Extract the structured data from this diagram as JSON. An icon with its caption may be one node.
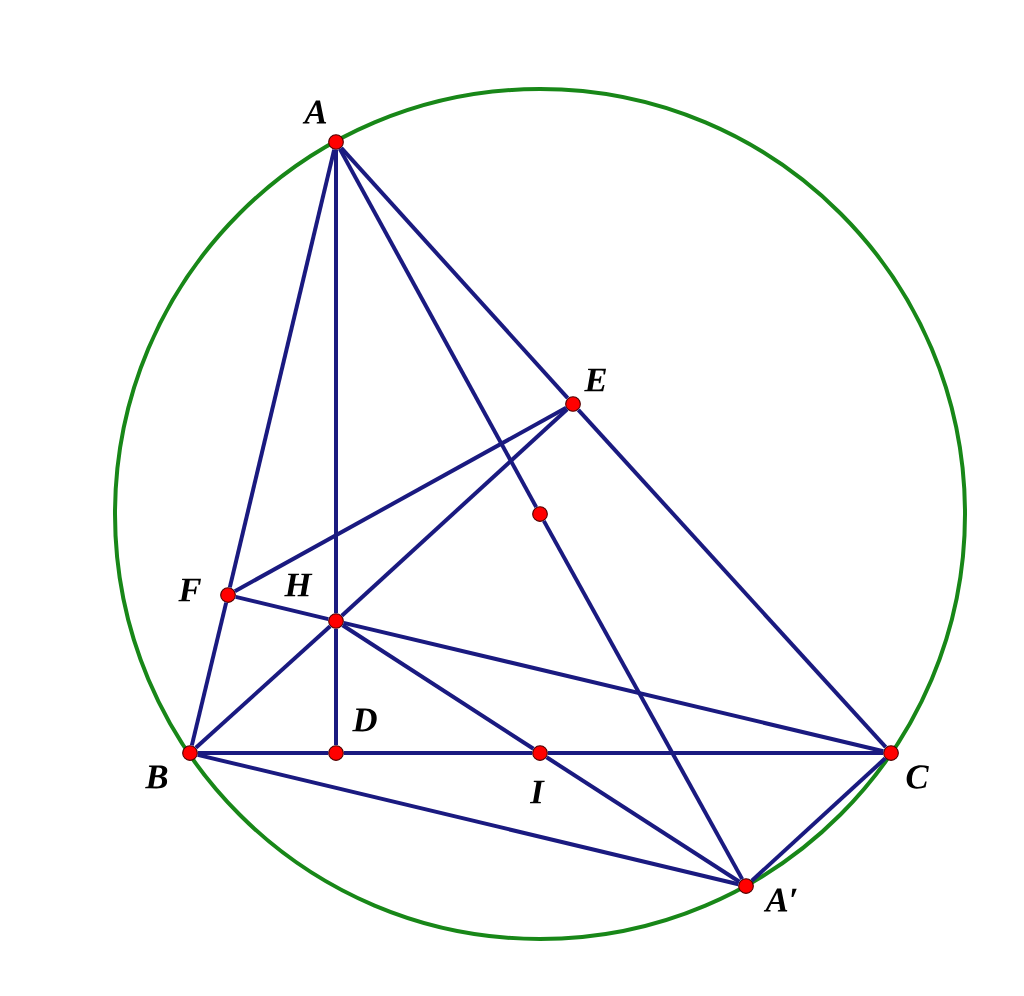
{
  "diagram": {
    "nodes": [
      {
        "text": [],
        "shape": "circle",
        "beside": [
          "A"
        ]
      },
      {
        "text": [],
        "shape": "circle",
        "beside": [
          "E"
        ]
      },
      {
        "text": [],
        "shape": "circle"
      },
      {
        "text": [],
        "shape": "circle",
        "beside": [
          "F"
        ]
      },
      {
        "text": [],
        "shape": "circle",
        "beside": [
          "H"
        ]
      },
      {
        "text": [],
        "shape": "circle",
        "beside": [
          "B"
        ]
      },
      {
        "text": [],
        "shape": "circle",
        "beside": [
          "D"
        ]
      },
      {
        "text": [],
        "shape": "circle",
        "beside": [
          "I"
        ]
      },
      {
        "text": [],
        "shape": "circle",
        "beside": [
          "C"
        ]
      },
      {
        "text": [],
        "shape": "circle",
        "beside": [
          "A′"
        ]
      }
    ],
    "edges": [
      {
        "from": 0,
        "to": 3,
        "arrow": "none"
      },
      {
        "from": 0,
        "to": 4,
        "arrow": "none"
      },
      {
        "from": 4,
        "to": 6,
        "arrow": "none"
      },
      {
        "from": 0,
        "to": 1,
        "arrow": "none"
      },
      {
        "from": 1,
        "to": 8,
        "arrow": "none"
      },
      {
        "from": 0,
        "to": 2,
        "arrow": "none"
      },
      {
        "from": 2,
        "to": 9,
        "arrow": "none"
      },
      {
        "from": 1,
        "to": 3,
        "arrow": "none"
      },
      {
        "from": 1,
        "to": 4,
        "arrow": "none"
      },
      {
        "from": 4,
        "to": 5,
        "arrow": "none"
      },
      {
        "from": 3,
        "to": 5,
        "arrow": "none"
      },
      {
        "from": 3,
        "to": 4,
        "arrow": "none"
      },
      {
        "from": 4,
        "to": 8,
        "arrow": "none"
      },
      {
        "from": 4,
        "to": 7,
        "arrow": "none"
      },
      {
        "from": 7,
        "to": 9,
        "arrow": "none"
      },
      {
        "from": 5,
        "to": 6,
        "arrow": "none"
      },
      {
        "from": 6,
        "to": 7,
        "arrow": "none"
      },
      {
        "from": 7,
        "to": 8,
        "arrow": "none"
      },
      {
        "from": 5,
        "to": 9,
        "arrow": "none"
      },
      {
        "from": 8,
        "to": 9,
        "arrow": "none"
      }
    ]
  }
}
